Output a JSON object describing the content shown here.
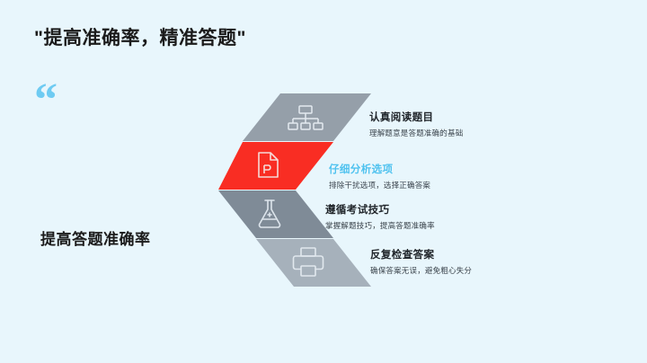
{
  "slide": {
    "background_color": "#e8f6fc",
    "title": "\"提高准确率，精准答题\"",
    "quote_glyph": "“",
    "lead_statement": "提高答题准确率"
  },
  "chevron": {
    "accent_color": "#f92d23",
    "band_colors": [
      "#959fa9",
      "#f92d23",
      "#7f8b97",
      "#a6b1bb"
    ],
    "icon_color": "#dfe6ec"
  },
  "steps": [
    {
      "index": "1",
      "icon": "org-chart-icon",
      "title": "认真阅读题目",
      "desc": "理解题意是答题准确的基础",
      "band_color": "#959fa9",
      "highlighted": "false"
    },
    {
      "index": "2",
      "icon": "presentation-file-icon",
      "title": "仔细分析选项",
      "desc": "排除干扰选项，选择正确答案",
      "band_color": "#f92d23",
      "highlighted": "true"
    },
    {
      "index": "3",
      "icon": "flask-icon",
      "title": "遵循考试技巧",
      "desc": "掌握解题技巧，提高答题准确率",
      "band_color": "#7f8b97",
      "highlighted": "false"
    },
    {
      "index": "4",
      "icon": "printer-icon",
      "title": "反复检查答案",
      "desc": "确保答案无误，避免粗心失分",
      "band_color": "#a6b1bb",
      "highlighted": "false"
    }
  ]
}
